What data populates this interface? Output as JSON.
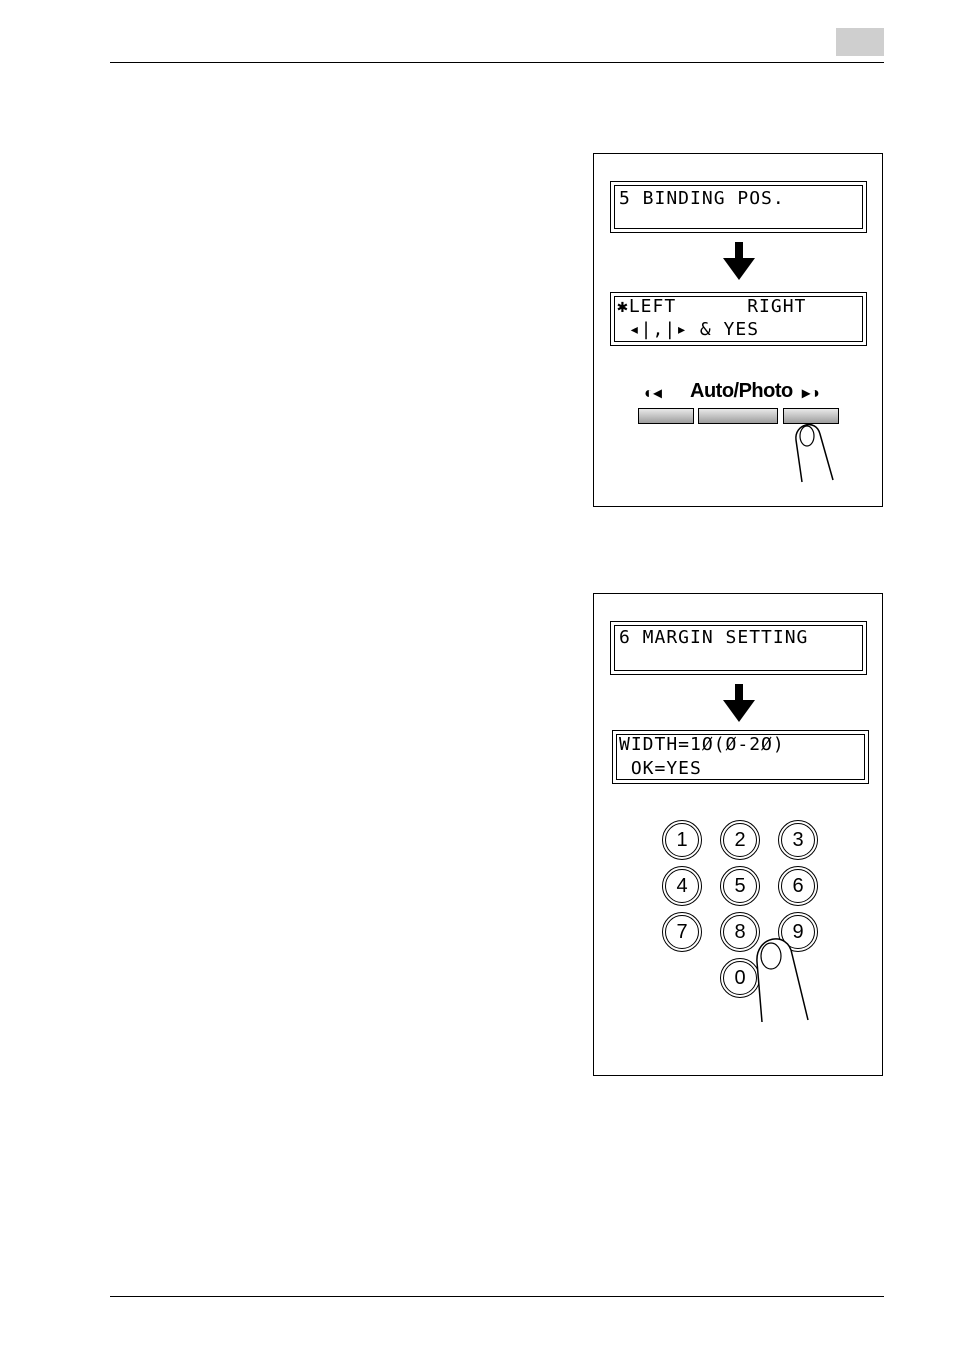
{
  "figure_1": {
    "screen_before": {
      "line1": "5 BINDING POS."
    },
    "screen_after": {
      "line1": "✱LEFT      RIGHT",
      "line2": " ◂|,|▸ & YES"
    },
    "panel": {
      "left_glyph": "◐◂",
      "center_label": "Auto/Photo",
      "right_glyph": "▸◑"
    }
  },
  "figure_2": {
    "screen_before": {
      "line1": "6 MARGIN SETTING"
    },
    "screen_after": {
      "line1": "WIDTH=1Ø(Ø-2Ø)",
      "line2": " OK=YES"
    },
    "keypad": [
      "1",
      "2",
      "3",
      "4",
      "5",
      "6",
      "7",
      "8",
      "9",
      "0"
    ]
  }
}
